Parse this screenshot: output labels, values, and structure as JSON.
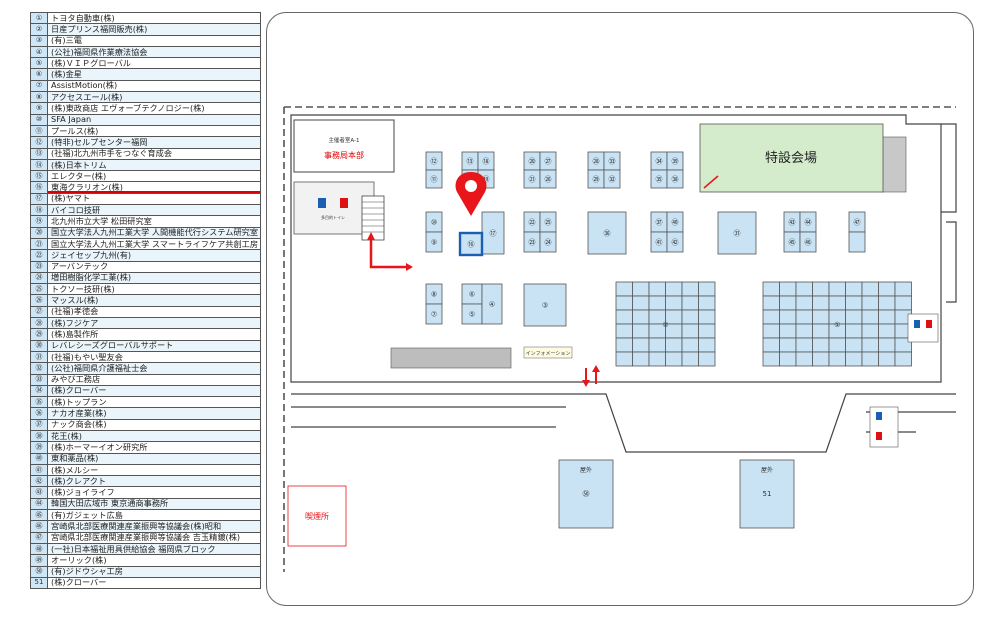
{
  "exhibitors": [
    {
      "no": "①",
      "name": "トヨタ自動車(株)"
    },
    {
      "no": "②",
      "name": "日産プリンス福岡販売(株)"
    },
    {
      "no": "③",
      "name": "(有)三電"
    },
    {
      "no": "④",
      "name": "(公社)福岡県作業療法協会"
    },
    {
      "no": "⑤",
      "name": "(株)ＶＩＰグローバル"
    },
    {
      "no": "⑥",
      "name": "(株)金星"
    },
    {
      "no": "⑦",
      "name": "AssistMotion(株)"
    },
    {
      "no": "⑧",
      "name": "アクセスエール(株)"
    },
    {
      "no": "⑨",
      "name": "(株)東政商店 エヴォーブテクノロジー(株)"
    },
    {
      "no": "⑩",
      "name": "SFA Japan"
    },
    {
      "no": "⑪",
      "name": "プールス(株)"
    },
    {
      "no": "⑫",
      "name": "(特非)セルプセンター福岡"
    },
    {
      "no": "⑬",
      "name": "(社福)北九州市手をつなぐ育成会"
    },
    {
      "no": "⑭",
      "name": "(株)日本トリム"
    },
    {
      "no": "⑮",
      "name": "エレクター(株)"
    },
    {
      "no": "⑯",
      "name": "東海クラリオン(株)"
    },
    {
      "no": "⑰",
      "name": "(株)ヤマト"
    },
    {
      "no": "⑱",
      "name": "バイコロ技研"
    },
    {
      "no": "⑲",
      "name": "北九州市立大学 松田研究室"
    },
    {
      "no": "⑳",
      "name": "国立大学法人九州工業大学 人間機能代行システム研究室"
    },
    {
      "no": "㉑",
      "name": "国立大学法人九州工業大学 スマートライフケア共創工房"
    },
    {
      "no": "㉒",
      "name": "ジェイセップ九州(有)"
    },
    {
      "no": "㉓",
      "name": "アーバンテック"
    },
    {
      "no": "㉔",
      "name": "増田樹脂化学工業(株)"
    },
    {
      "no": "㉕",
      "name": "トクソー技研(株)"
    },
    {
      "no": "㉖",
      "name": "マッスル(株)"
    },
    {
      "no": "㉗",
      "name": "(社福)孝徳会"
    },
    {
      "no": "㉘",
      "name": "(株)フジケア"
    },
    {
      "no": "㉙",
      "name": "(株)島製作所"
    },
    {
      "no": "㉚",
      "name": "レバレシーズグローバルサポート"
    },
    {
      "no": "㉛",
      "name": "(社福)もやい聖友会"
    },
    {
      "no": "㉜",
      "name": "(公社)福岡県介護福祉士会"
    },
    {
      "no": "㉝",
      "name": "みやび工務店"
    },
    {
      "no": "㉞",
      "name": "(株)クローバー"
    },
    {
      "no": "㉟",
      "name": "(株)トップラン"
    },
    {
      "no": "㊱",
      "name": "ナカオ産業(株)"
    },
    {
      "no": "㊲",
      "name": "ナック商会(株)"
    },
    {
      "no": "㊳",
      "name": "花王(株)"
    },
    {
      "no": "㊴",
      "name": "(株)ホーマーイオン研究所"
    },
    {
      "no": "㊵",
      "name": "東和薬品(株)"
    },
    {
      "no": "㊶",
      "name": "(株)メルシー"
    },
    {
      "no": "㊷",
      "name": "(株)クレアクト"
    },
    {
      "no": "㊸",
      "name": "(株)ジョイライフ"
    },
    {
      "no": "㊹",
      "name": "韓国大田広域市 東京通商事務所"
    },
    {
      "no": "㊺",
      "name": "(有)ガジェット広島"
    },
    {
      "no": "㊻",
      "name": "宮崎県北部医療関連産業振興等協議会(株)昭和"
    },
    {
      "no": "㊼",
      "name": "宮崎県北部医療関連産業振興等協議会 吉玉精鍍(株)"
    },
    {
      "no": "㊽",
      "name": "(一社)日本福祉用具供給協会 福岡県ブロック"
    },
    {
      "no": "㊾",
      "name": "オーリック(株)"
    },
    {
      "no": "㊿",
      "name": "(有)ジドウシャ工房"
    },
    {
      "no": "51",
      "name": "(株)クローバー"
    }
  ],
  "highlighted_exhibitor": "⑯",
  "map": {
    "special_venue": "特設会場",
    "office_room_small": "主催者室A-1",
    "office_main": "事務局本部",
    "information": "インフォメーション",
    "smoking_area": "喫煙所",
    "outdoor_label": "屋外",
    "outdoor_booth_left": "㊿",
    "outdoor_booth_right": "51",
    "restroom_label": "多目的トイレ",
    "booth_labels": {
      "b1": "①",
      "b2": "②",
      "b3": "③",
      "b4": "④",
      "b5": "⑤",
      "b6": "⑥",
      "b7": "⑦",
      "b8": "⑧",
      "b9": "⑨",
      "b10": "⑩",
      "b11": "⑪",
      "b12": "⑫",
      "b13": "⑬",
      "b14": "⑭",
      "b15": "⑮",
      "b16": "⑯",
      "b17": "⑰",
      "b18": "⑱",
      "b19": "⑲",
      "b20": "⑳",
      "b21": "㉑",
      "b22": "㉒",
      "b23": "㉓",
      "b24": "㉔",
      "b25": "㉕",
      "b26": "㉖",
      "b27": "㉗",
      "b28": "㉘",
      "b29": "㉙",
      "b30": "㉚",
      "b31": "㉛",
      "b32": "㉜",
      "b33": "㉝",
      "b34": "㉞",
      "b35": "㉟",
      "b36": "㊱",
      "b37": "㊲",
      "b38": "㊳",
      "b39": "㊴",
      "b40": "㊵",
      "b41": "㊶",
      "b42": "㊷",
      "b43": "㊸",
      "b44": "㊹",
      "b45": "㊺",
      "b46": "㊻",
      "b47": "㊼"
    }
  },
  "colors": {
    "booth_fill": "#c9e3f4",
    "special_venue_fill": "#d4ebcc",
    "highlight_red": "#e8161b",
    "marker_blue": "#1a5fb4",
    "number_cell_fill": "#cfe6f6"
  }
}
